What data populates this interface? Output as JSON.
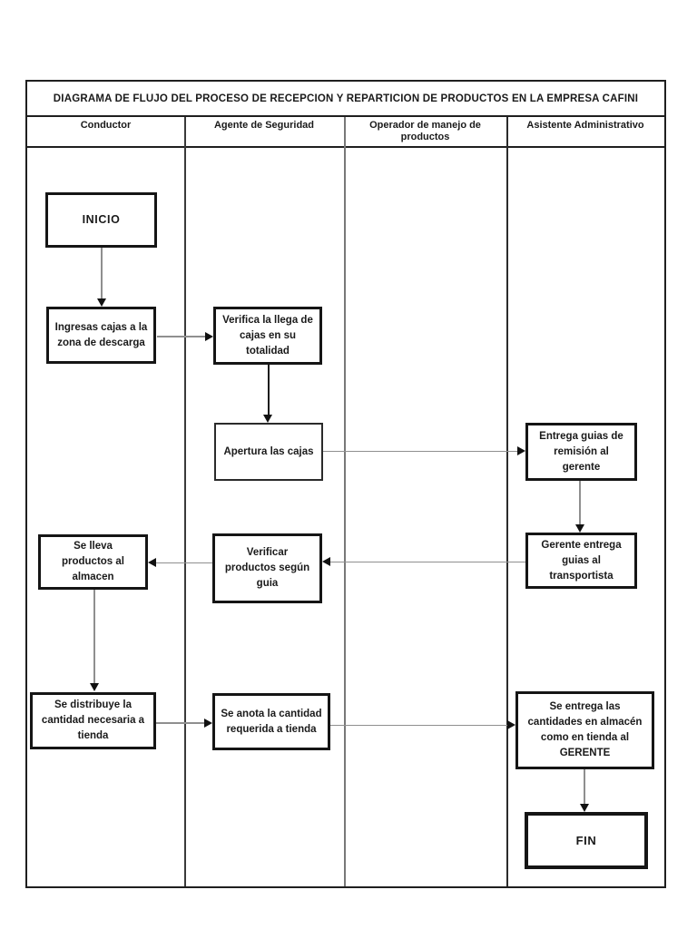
{
  "title": "DIAGRAMA DE FLUJO DEL PROCESO  DE RECEPCION  Y REPARTICION DE PRODUCTOS EN LA EMPRESA CAFINI",
  "lanes": [
    {
      "label": "Conductor"
    },
    {
      "label": "Agente de Seguridad"
    },
    {
      "label": "Operador de manejo de\nproductos"
    },
    {
      "label": "Asistente Administrativo"
    }
  ],
  "nodes": {
    "inicio": {
      "label": "INICIO",
      "lane": "Conductor",
      "type": "start"
    },
    "ingresas": {
      "label": "Ingresas cajas a la\nzona de descarga",
      "lane": "Conductor",
      "type": "process"
    },
    "verifica": {
      "label": "Verifica la llega de\ncajas en su\ntotalidad",
      "lane": "Agente de Seguridad",
      "type": "process"
    },
    "apertura": {
      "label": "Apertura las cajas",
      "lane": "Agente de Seguridad",
      "type": "process"
    },
    "entrega_guias": {
      "label": "Entrega guias de\nremisión al\ngerente",
      "lane": "Asistente Administrativo",
      "type": "process"
    },
    "gerente_entrega": {
      "label": "Gerente entrega\nguias al\ntransportista",
      "lane": "Asistente Administrativo",
      "type": "process"
    },
    "verificar": {
      "label": "Verificar\nproductos según\nguia",
      "lane": "Agente de Seguridad",
      "type": "process"
    },
    "se_lleva": {
      "label": "Se lleva\nproductos al\nalmacen",
      "lane": "Conductor",
      "type": "process"
    },
    "se_distribuye": {
      "label": "Se distribuye la\ncantidad necesaria a\ntienda",
      "lane": "Conductor",
      "type": "process"
    },
    "se_anota": {
      "label": "Se anota la cantidad\nrequerida a tienda",
      "lane": "Agente de Seguridad",
      "type": "process"
    },
    "se_entrega": {
      "label": "Se entrega las\ncantidades en almacén\ncomo en tienda al\nGERENTE",
      "lane": "Asistente Administrativo",
      "type": "process"
    },
    "fin": {
      "label": "FIN",
      "lane": "Asistente Administrativo",
      "type": "end"
    }
  },
  "edges": [
    {
      "from": "inicio",
      "to": "ingresas",
      "direction": "down"
    },
    {
      "from": "ingresas",
      "to": "verifica",
      "direction": "right"
    },
    {
      "from": "verifica",
      "to": "apertura",
      "direction": "down"
    },
    {
      "from": "apertura",
      "to": "entrega_guias",
      "direction": "right"
    },
    {
      "from": "entrega_guias",
      "to": "gerente_entrega",
      "direction": "down"
    },
    {
      "from": "gerente_entrega",
      "to": "verificar",
      "direction": "left"
    },
    {
      "from": "verificar",
      "to": "se_lleva",
      "direction": "left"
    },
    {
      "from": "se_lleva",
      "to": "se_distribuye",
      "direction": "down"
    },
    {
      "from": "se_distribuye",
      "to": "se_anota",
      "direction": "right"
    },
    {
      "from": "se_anota",
      "to": "se_entrega",
      "direction": "right"
    },
    {
      "from": "se_entrega",
      "to": "fin",
      "direction": "down"
    }
  ],
  "colors": {
    "background": "#ffffff",
    "frame_border": "#1f1f1f",
    "box_border": "#151515",
    "connector_line": "#8f8f8f",
    "arrowhead": "#111111",
    "text": "#1a1a1a"
  }
}
